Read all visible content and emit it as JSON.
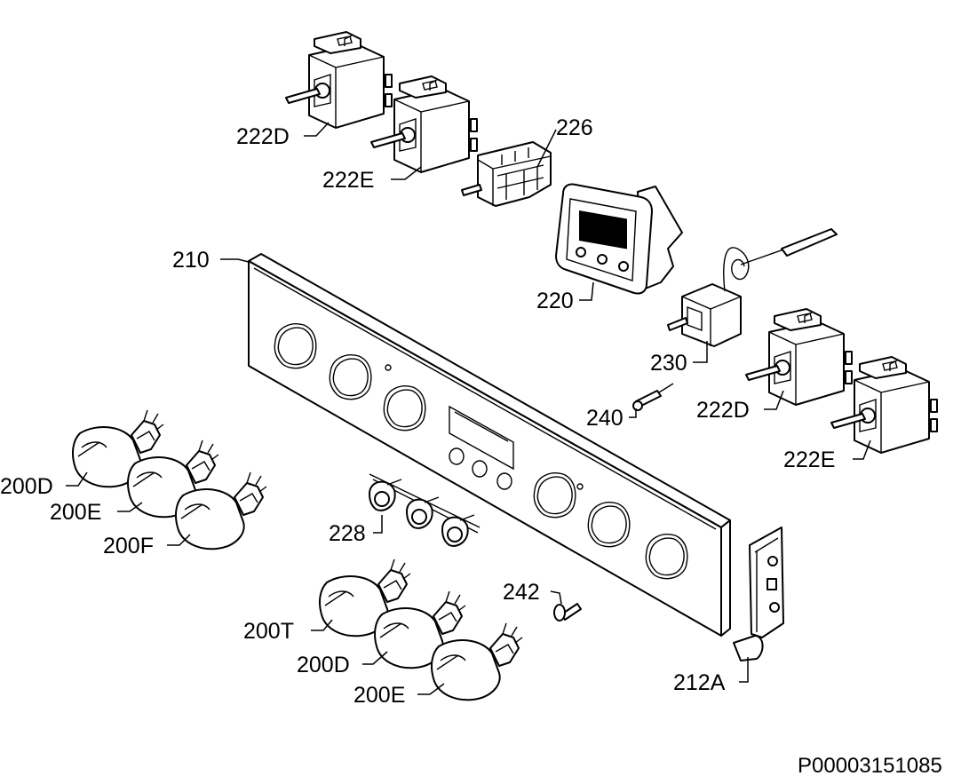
{
  "document_id": "P00003151085",
  "labels": {
    "sw_222D_top": "222D",
    "sw_222E_top": "222E",
    "sw_226": "226",
    "panel_210": "210",
    "timer_220": "220",
    "thermostat_230": "230",
    "lamp_240": "240",
    "sw_222D_right": "222D",
    "sw_222E_right": "222E",
    "knob_200D_left": "200D",
    "knob_200E_left": "200E",
    "knob_200F": "200F",
    "buttons_228": "228",
    "screw_242": "242",
    "knob_200T": "200T",
    "knob_200D_bottom": "200D",
    "knob_200E_bottom": "200E",
    "bracket_212A": "212A"
  }
}
